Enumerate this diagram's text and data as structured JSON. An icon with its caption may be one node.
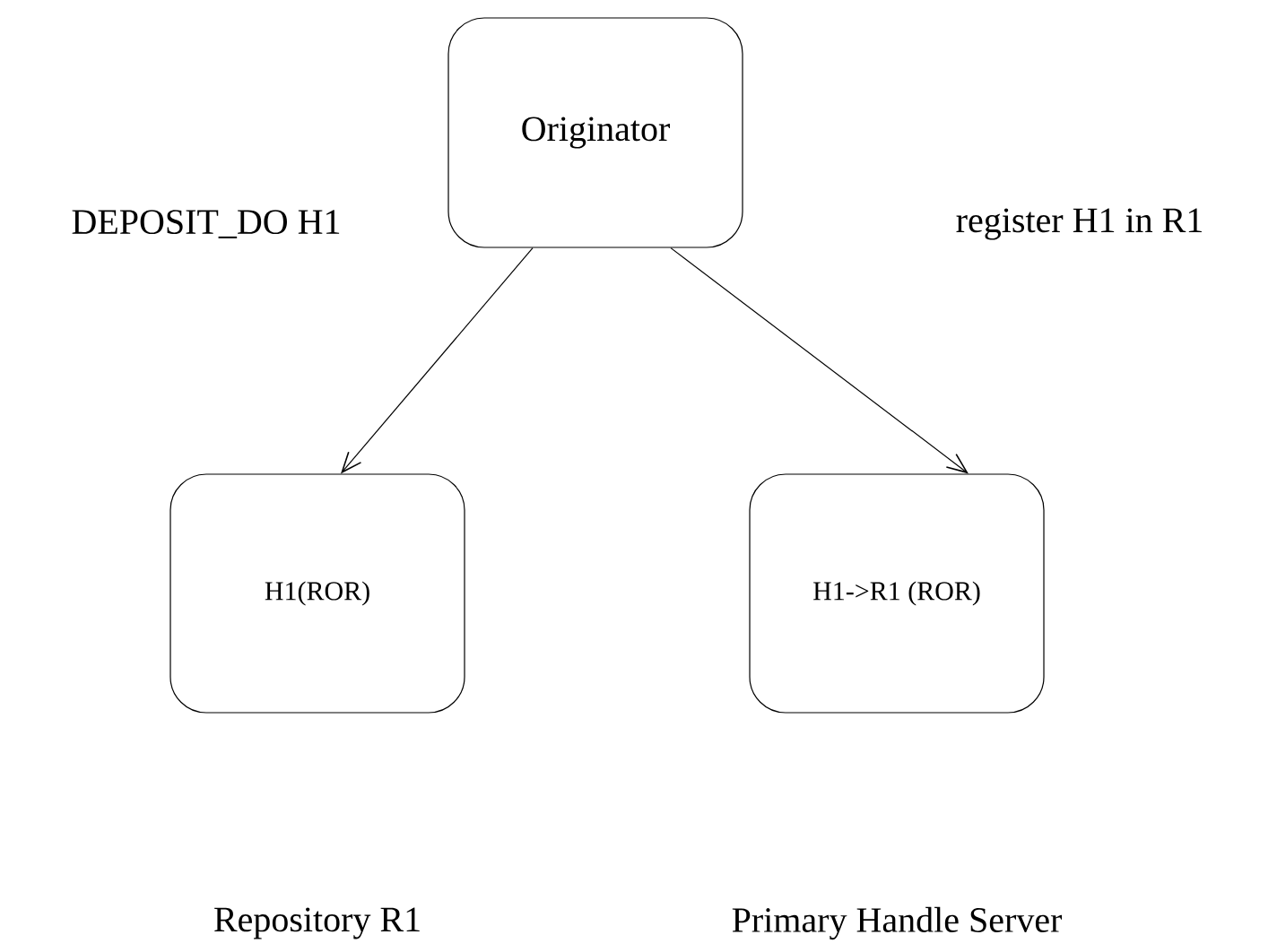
{
  "diagram": {
    "nodes": [
      {
        "text": [
          "Originator"
        ]
      },
      {
        "text": [
          "H1(ROR)"
        ]
      },
      {
        "text": [
          "H1->R1 (ROR)"
        ]
      }
    ],
    "edges": [
      {
        "from": 0,
        "to": 1,
        "arrow": "to",
        "label": "DEPOSIT_DO H1"
      },
      {
        "from": 0,
        "to": 2,
        "arrow": "to",
        "label": "register H1 in R1"
      }
    ],
    "labels": [
      "Repository R1",
      "Primary Handle Server"
    ]
  }
}
